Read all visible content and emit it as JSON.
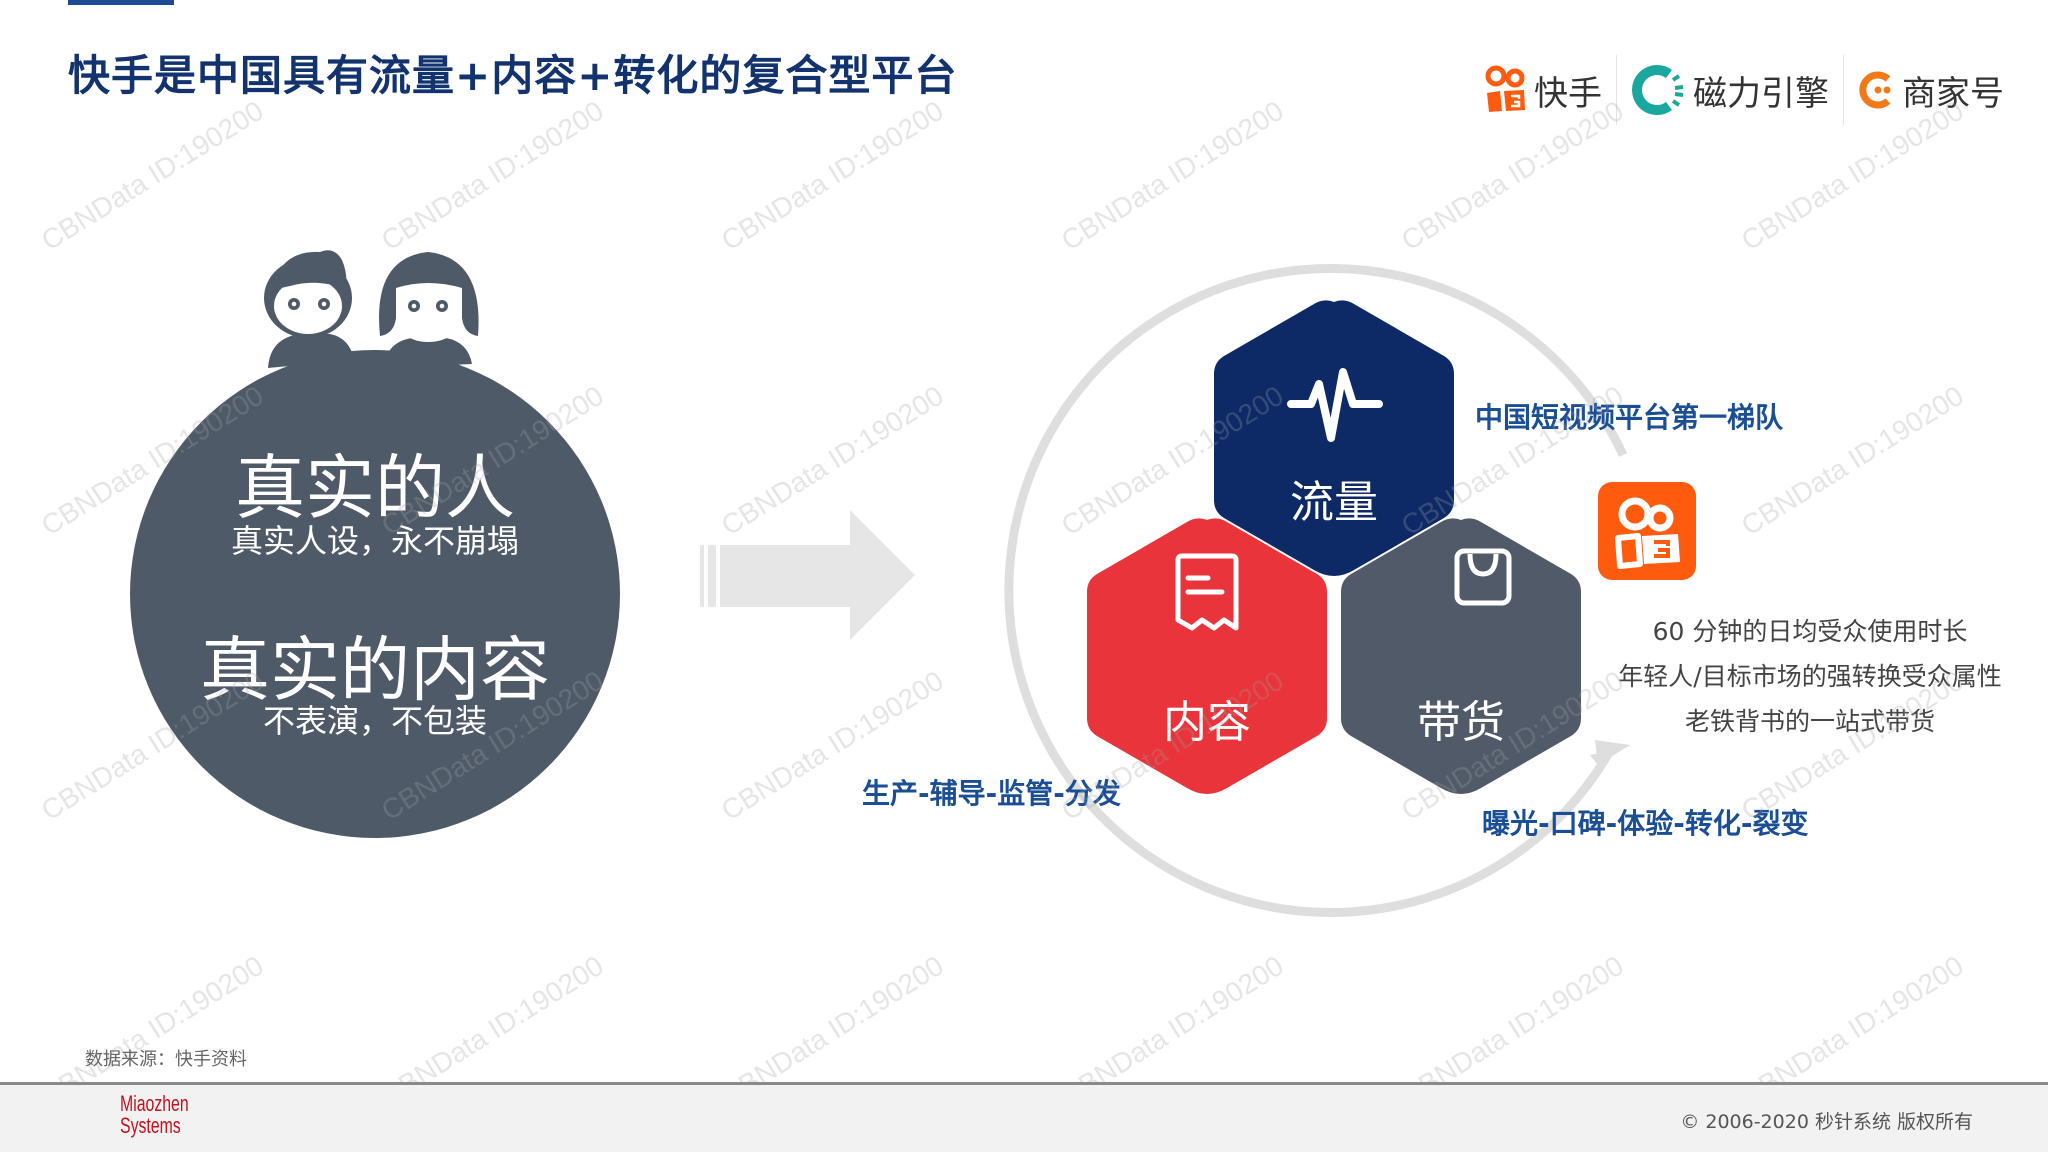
{
  "header": {
    "title": "快手是中国具有流量+内容+转化的复合型平台",
    "accent_color": "#1d4a97"
  },
  "brands": [
    {
      "name": "快手",
      "icon": "kuaishou-logo-icon",
      "color": "#fe5b0f"
    },
    {
      "name": "磁力引擎",
      "icon": "cili-engine-logo-icon",
      "color": "#1aa7a0"
    },
    {
      "name": "商家号",
      "icon": "shangjiahao-logo-icon",
      "color": "#f07a1a"
    }
  ],
  "left_panel": {
    "icon": "boy-girl-people-icon",
    "heading_1": "真实的人",
    "sub_1": "真实人设，永不崩塌",
    "heading_2": "真实的内容",
    "sub_2": "不表演，不包装",
    "circle_color": "#4f5a68"
  },
  "arrow": {
    "icon": "right-arrow-icon",
    "color": "#e6e6e6"
  },
  "hexagons": [
    {
      "label": "流量",
      "icon": "pulse-wave-icon",
      "color": "#0d2a66"
    },
    {
      "label": "内容",
      "icon": "receipt-document-icon",
      "color": "#e8343a"
    },
    {
      "label": "带货",
      "icon": "shopping-bag-icon",
      "color": "#505a68"
    }
  ],
  "annotations": {
    "traffic": "中国短视频平台第一梯队",
    "content": "生产-辅导-监管-分发",
    "commerce": "曝光-口碑-体验-转化-裂变"
  },
  "kuaishou_app_icon": {
    "icon": "kuaishou-app-icon",
    "color": "#fe5b0f"
  },
  "features": [
    "60 分钟的日均受众使用时长",
    "年轻人/目标市场的强转换受众属性",
    "老铁背书的一站式带货"
  ],
  "watermark": "CBNData ID:190200",
  "footer": {
    "source": "数据来源：快手资料",
    "logo_line1": "Miaozhen",
    "logo_line2": "Systems",
    "copyright": "© 2006-2020 秒针系统 版权所有"
  }
}
